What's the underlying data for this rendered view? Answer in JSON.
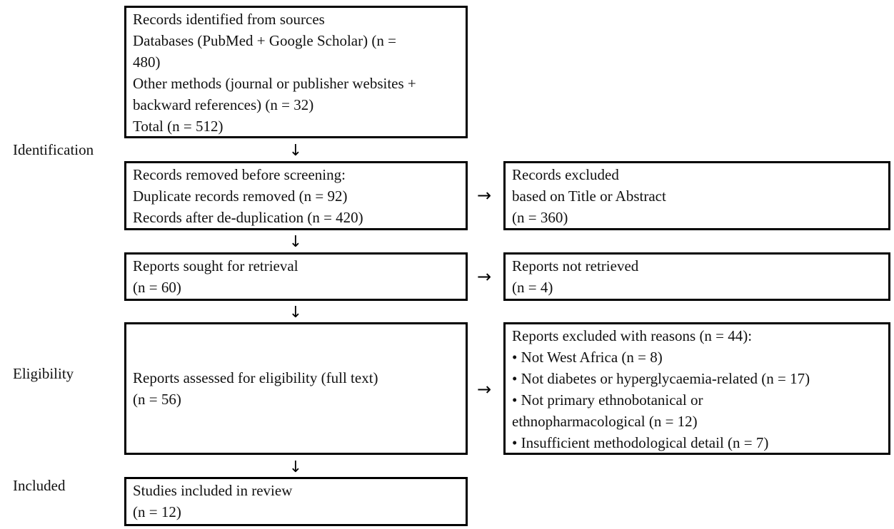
{
  "stages": {
    "identification": "Identification",
    "eligibility": "Eligibility",
    "included": "Included"
  },
  "boxes": {
    "identified": [
      "Records identified from sources",
      "Databases (PubMed + Google Scholar) (n =",
      "480)",
      "Other methods (journal or publisher websites +",
      "backward references) (n = 32)",
      "Total (n = 512)"
    ],
    "removed": [
      "Records removed before screening:",
      "Duplicate records removed (n = 92)",
      "Records after de-duplication (n = 420)"
    ],
    "excluded_title": [
      "Records excluded",
      "based on Title or Abstract",
      "(n = 360)"
    ],
    "sought": [
      "Reports sought for retrieval",
      "(n = 60)"
    ],
    "not_retrieved": [
      "Reports not retrieved",
      "(n = 4)"
    ],
    "assessed": [
      "Reports assessed for eligibility (full text)",
      "(n = 56)"
    ],
    "excluded_reasons": [
      "Reports excluded with reasons (n = 44):",
      "• Not West Africa (n = 8)",
      "• Not diabetes or hyperglycaemia-related (n = 17)",
      "• Not primary ethnobotanical or",
      "ethnopharmacological (n = 12)",
      "• Insufficient methodological detail (n = 7)"
    ],
    "included": [
      "Studies included in review",
      "(n = 12)"
    ]
  },
  "arrows": {
    "down": "↓",
    "right": "→"
  }
}
